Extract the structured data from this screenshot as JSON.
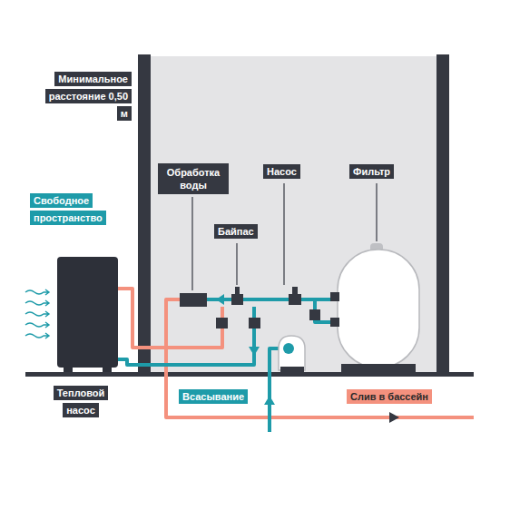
{
  "diagram": {
    "nodes": [
      {
        "text": [
          "Минимальное расстояние 0,50 м"
        ]
      },
      {
        "text": [
          "Свободное пространство"
        ]
      },
      {
        "text": [
          "Обработка воды"
        ]
      },
      {
        "text": [
          "Насос"
        ]
      },
      {
        "text": [
          "Фильтр"
        ]
      },
      {
        "text": [
          "Байпас"
        ]
      },
      {
        "text": [
          "Тепловой насос"
        ]
      },
      {
        "text": [
          "Всасывание"
        ]
      },
      {
        "text": [
          "Слив в бассейн"
        ]
      }
    ]
  }
}
